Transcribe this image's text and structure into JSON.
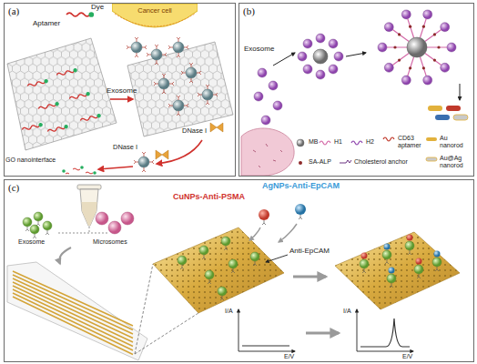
{
  "diagram": {
    "nodes": [
      {
        "text": [
          "(a)"
        ]
      },
      {
        "text": [
          "(b)"
        ]
      },
      {
        "text": [
          "(c)"
        ]
      },
      {
        "text": [
          "Cancer cell"
        ],
        "in": 0
      }
    ],
    "labels": [
      "Dye",
      "Aptamer",
      "Exosome",
      "DNase I",
      "DNase I",
      "GO nanointerface",
      "Exosome",
      "Exosome",
      "Microsomes",
      "CuNPs-Anti-PSMA",
      "AgNPs-Anti-EpCAM",
      "Anti-EpCAM",
      "I/A",
      "E/V",
      "I/A",
      "E/V"
    ],
    "legend": [
      {
        "text": "MB"
      },
      {
        "text": "H1"
      },
      {
        "text": "H2"
      },
      {
        "text": "CD63 aptamer"
      },
      {
        "text": "Au nanorod"
      },
      {
        "text": "SA-ALP"
      },
      {
        "text": "Cholesterol anchor"
      },
      {
        "text": "Au@Ag nanorod"
      }
    ]
  }
}
